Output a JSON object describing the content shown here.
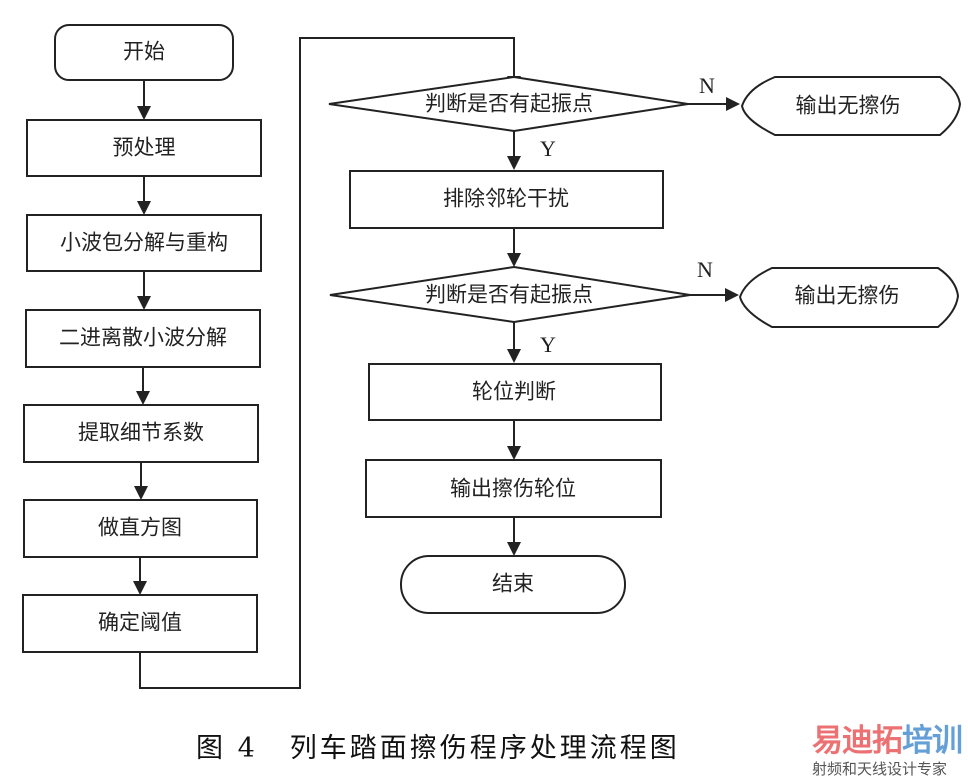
{
  "diagram": {
    "type": "flowchart",
    "left_column": {
      "start": "开始",
      "steps": [
        "预处理",
        "小波包分解与重构",
        "二进离散小波分解",
        "提取细节系数",
        "做直方图",
        "确定阈值"
      ]
    },
    "right_column": {
      "decision_1": "判断是否有起振点",
      "decision_1_no_output": "输出无擦伤",
      "process_1": "排除邻轮干扰",
      "decision_2": "判断是否有起振点",
      "decision_2_no_output": "输出无擦伤",
      "process_2": "轮位判断",
      "process_3": "输出擦伤轮位",
      "end": "结束"
    },
    "branch_labels": {
      "yes": "Y",
      "no": "N"
    }
  },
  "caption": {
    "figure_number": "图 4",
    "title": "列车踏面擦伤程序处理流程图"
  },
  "watermark": {
    "brand_part1": "易迪拓",
    "brand_part2": "培训",
    "tagline": "射频和天线设计专家",
    "colors": {
      "red": "#e8595a",
      "blue": "#4a8fd0"
    }
  }
}
